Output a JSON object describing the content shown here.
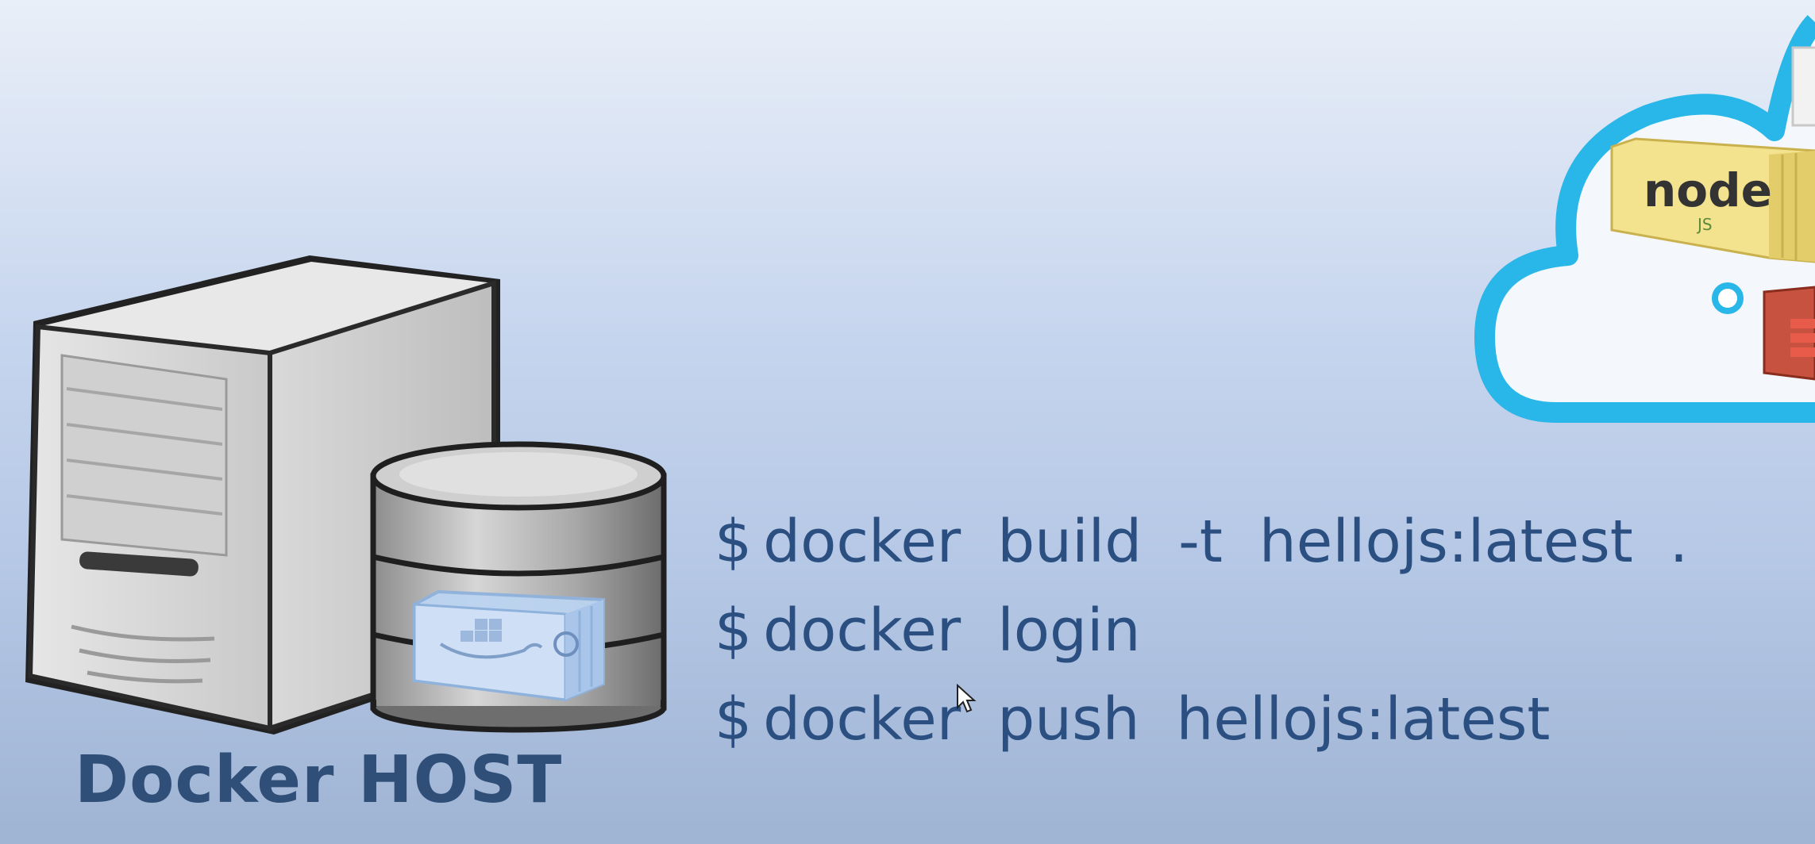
{
  "host": {
    "label": "Docker HOST"
  },
  "commands": [
    {
      "prompt": "$",
      "tokens": [
        "docker",
        "build",
        "-t",
        "hellojs:latest",
        "."
      ]
    },
    {
      "prompt": "$",
      "tokens": [
        "docker",
        "login"
      ]
    },
    {
      "prompt": "$",
      "tokens": [
        "docker",
        "push",
        "hellojs:latest"
      ]
    }
  ],
  "cloud": {
    "containers": [
      {
        "label": "node",
        "sublabel": "JS",
        "color": "#f3e28e"
      },
      {
        "label": "",
        "color": "#f2f2f2"
      },
      {
        "label": "",
        "color": "#c7523f"
      }
    ],
    "stroke_color": "#29b6e8"
  },
  "colors": {
    "text": "#2a4f80",
    "label": "#2f4e78"
  }
}
